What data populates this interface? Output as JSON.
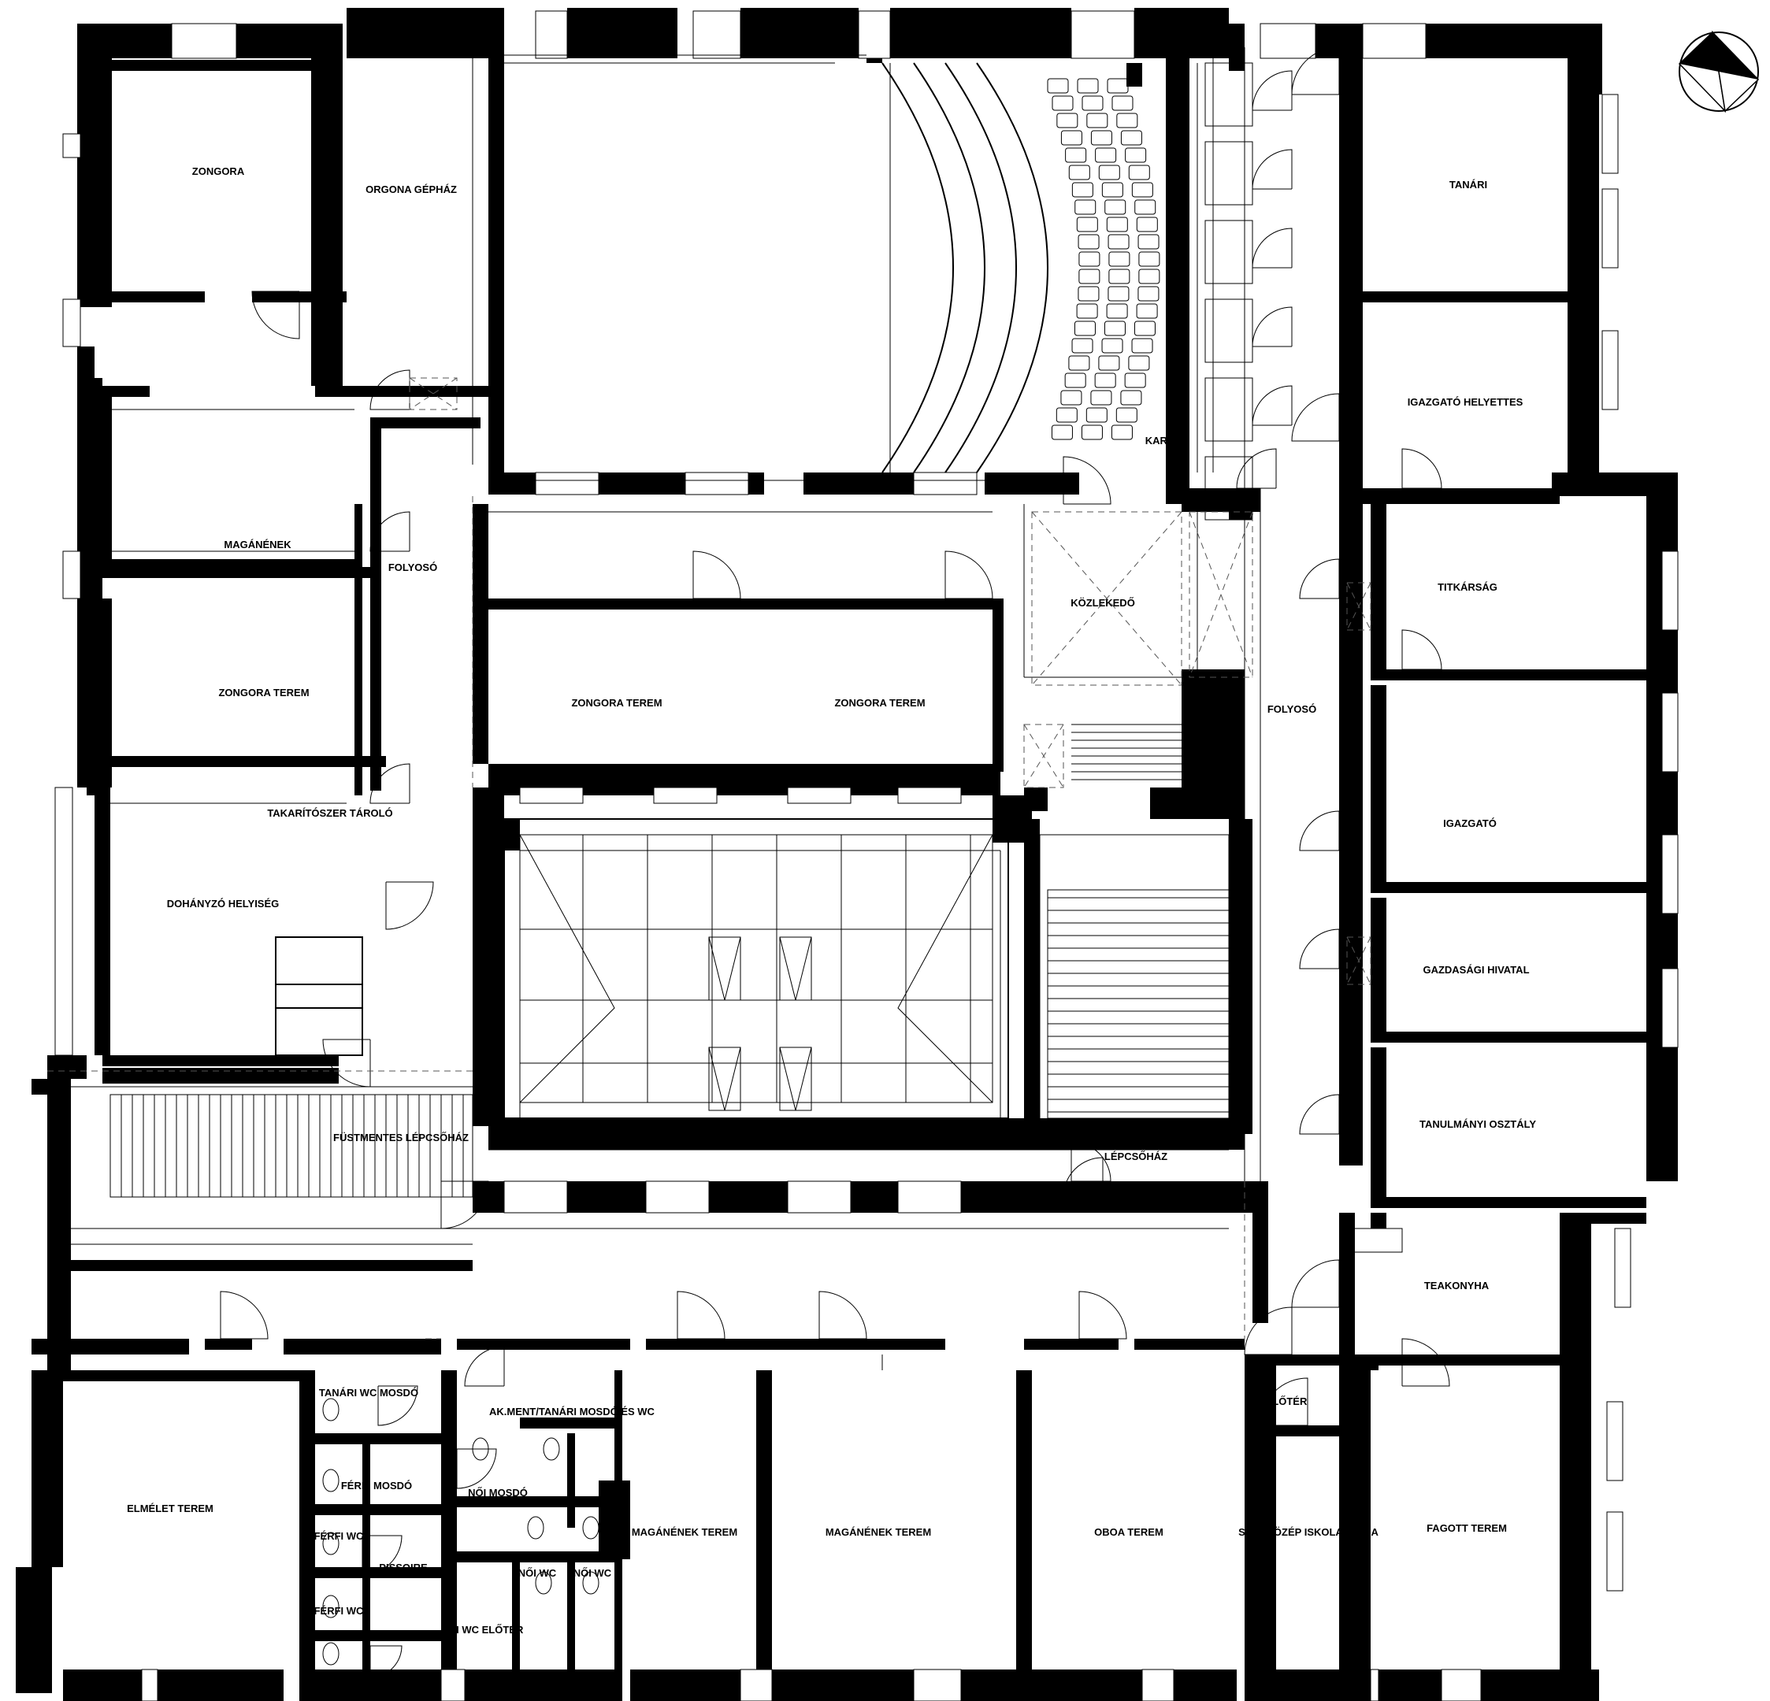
{
  "colors": {
    "wall": "#000000",
    "background": "#ffffff"
  },
  "icons": {
    "north": "north-arrow-icon"
  },
  "rooms": [
    {
      "id": "zongora-1",
      "label": "ZONGORA"
    },
    {
      "id": "orgona-gephaz",
      "label": "ORGONA GÉPHÁZ"
    },
    {
      "id": "magannenek",
      "label": "MAGÁNÉNEK"
    },
    {
      "id": "folyoso-w",
      "label": "FOLYOSÓ"
    },
    {
      "id": "zongora-terem-1",
      "label": "ZONGORA TEREM"
    },
    {
      "id": "zongora-terem-2",
      "label": "ZONGORA TEREM"
    },
    {
      "id": "zongora-terem-3",
      "label": "ZONGORA TEREM"
    },
    {
      "id": "kozlekedo",
      "label": "KÖZLEKEDŐ"
    },
    {
      "id": "karzat",
      "label": "KARZAT"
    },
    {
      "id": "folyoso-e",
      "label": "FOLYOSÓ"
    },
    {
      "id": "tanari",
      "label": "TANÁRI"
    },
    {
      "id": "igazgato-helyettes",
      "label": "IGAZGATÓ HELYETTES"
    },
    {
      "id": "titkarsag",
      "label": "TITKÁRSÁG"
    },
    {
      "id": "igazgato",
      "label": "IGAZGATÓ"
    },
    {
      "id": "gazdasagi-hivatal",
      "label": "GAZDASÁGI HIVATAL"
    },
    {
      "id": "tanulmanyi-osztaly",
      "label": "TANULMÁNYI OSZTÁLY"
    },
    {
      "id": "takaritoszer-tarolo",
      "label": "TAKARÍTÓSZER TÁROLÓ"
    },
    {
      "id": "dohanyzo-helyiseg",
      "label": "DOHÁNYZÓ HELYISÉG"
    },
    {
      "id": "fustmentes-lepcsohaz",
      "label": "FÜSTMENTES LÉPCSŐHÁZ"
    },
    {
      "id": "lepcsohaz",
      "label": "LÉPCSŐHÁZ"
    },
    {
      "id": "teakonyha",
      "label": "TEAKONYHA"
    },
    {
      "id": "elotor",
      "label": "ELŐTÉR"
    },
    {
      "id": "tanari-wc-mosdo",
      "label": "TANÁRI WC MOSDÓ"
    },
    {
      "id": "ak-ment",
      "label": "AK.MENT/TANÁRI MOSDÓ ÉS WC"
    },
    {
      "id": "ferfi-mosdo",
      "label": "FÉRFI MOSDÓ"
    },
    {
      "id": "noi-mosdo",
      "label": "NŐI MOSDÓ"
    },
    {
      "id": "ferfi-wc-1",
      "label": "FÉRFI WC"
    },
    {
      "id": "ferfi-wc-2",
      "label": "FÉRFI WC"
    },
    {
      "id": "pissoire",
      "label": "PISSOIRE"
    },
    {
      "id": "noi-wc-1",
      "label": "NŐI WC"
    },
    {
      "id": "noi-wc-2",
      "label": "NŐI WC"
    },
    {
      "id": "noi-wc-eloter",
      "label": "NŐI WC ELŐTÉR"
    },
    {
      "id": "elmelet-terem",
      "label": "ELMÉLET TEREM"
    },
    {
      "id": "magannenek-terem-1",
      "label": "MAGÁNÉNEK TEREM"
    },
    {
      "id": "magannenek-terem-2",
      "label": "MAGÁNÉNEK TEREM"
    },
    {
      "id": "oboa-terem",
      "label": "OBOA TEREM"
    },
    {
      "id": "szakkozep-iskola-iroda",
      "label": "SZAKKÖZÉP ISKOLA IRODA"
    },
    {
      "id": "fagott-terem",
      "label": "FAGOTT TEREM"
    }
  ]
}
